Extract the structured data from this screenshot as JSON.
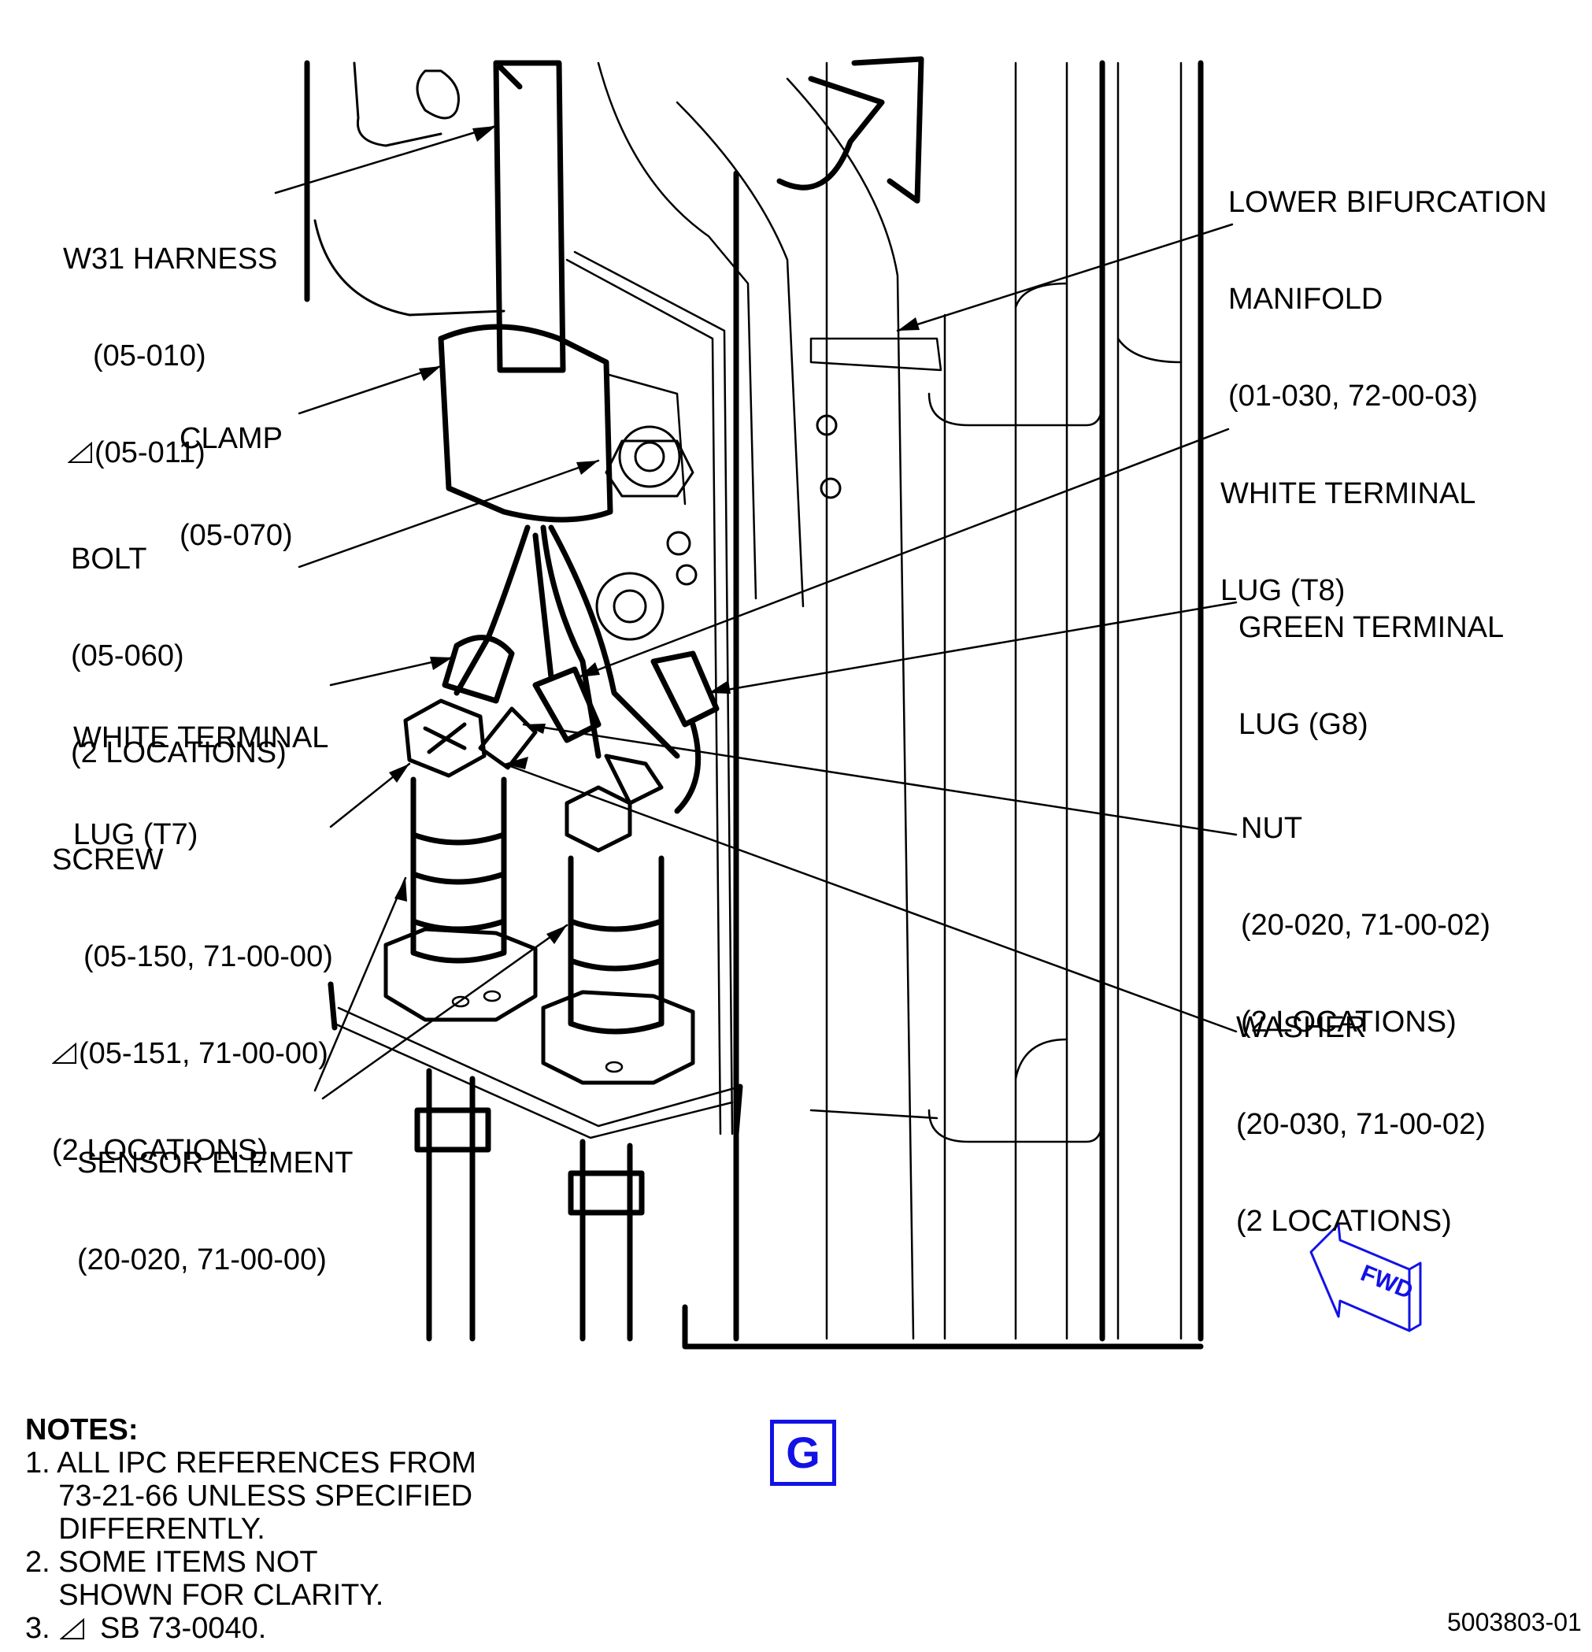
{
  "callouts": {
    "w31_harness": {
      "lines": [
        "W31 HARNESS",
        "(05-010)",
        "(05-011)"
      ]
    },
    "clamp": {
      "lines": [
        "CLAMP",
        "(05-070)"
      ]
    },
    "bolt": {
      "lines": [
        "BOLT",
        "(05-060)",
        "(2 LOCATIONS)"
      ]
    },
    "white_lug_t7": {
      "lines": [
        "WHITE TERMINAL",
        "LUG (T7)"
      ]
    },
    "screw": {
      "lines": [
        "SCREW",
        "(05-150, 71-00-00)",
        "(05-151, 71-00-00)",
        "(2 LOCATIONS)"
      ]
    },
    "sensor_element": {
      "lines": [
        "SENSOR ELEMENT",
        "(20-020, 71-00-00)"
      ]
    },
    "lower_bifurcation_manifold": {
      "lines": [
        "LOWER BIFURCATION",
        "MANIFOLD",
        "(01-030, 72-00-03)"
      ]
    },
    "white_lug_t8": {
      "lines": [
        "WHITE TERMINAL",
        "LUG (T8)"
      ]
    },
    "green_lug_g8": {
      "lines": [
        "GREEN TERMINAL",
        "LUG (G8)"
      ]
    },
    "nut": {
      "lines": [
        "NUT",
        "(20-020, 71-00-02)",
        "(2 LOCATIONS)"
      ]
    },
    "washer": {
      "lines": [
        "WASHER",
        "(20-030, 71-00-02)",
        "(2 LOCATIONS)"
      ]
    }
  },
  "fwd_arrow": {
    "label": "FWD",
    "color": "#1212e6"
  },
  "view_letter": "G",
  "notes": {
    "title": "NOTES:",
    "items": [
      "1. ALL IPC REFERENCES FROM",
      "    73-21-66 UNLESS SPECIFIED",
      "    DIFFERENTLY.",
      "2. SOME ITEMS NOT",
      "    SHOWN FOR CLARITY.",
      "3.      SB 73-0040."
    ]
  },
  "figure_id": "5003803-01",
  "colors": {
    "line": "#000000",
    "accent": "#1212e6"
  }
}
